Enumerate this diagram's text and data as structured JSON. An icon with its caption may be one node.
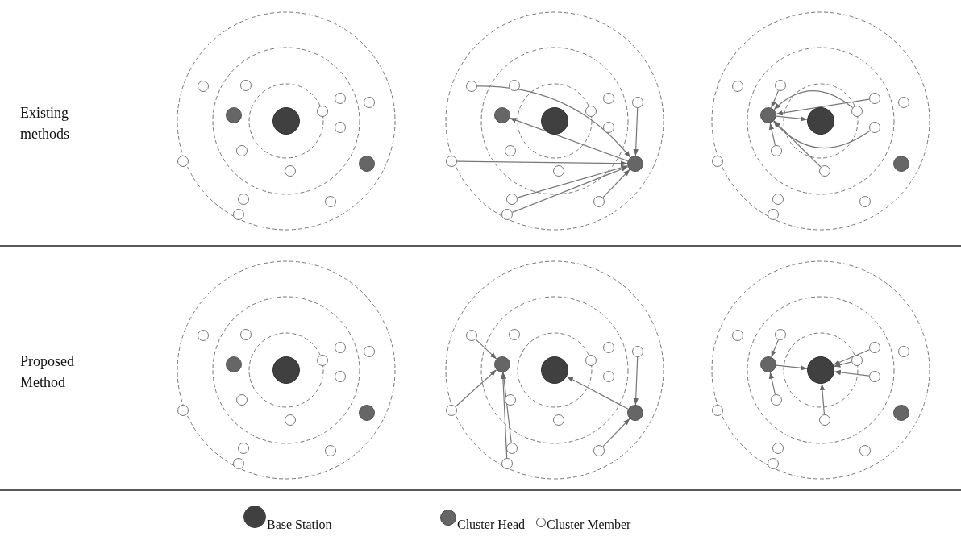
{
  "diagram": {
    "nodes": [
      {
        "text": [],
        "shape": "circle"
      },
      {
        "text": [],
        "shape": "circle"
      },
      {
        "text": [],
        "shape": "circle"
      },
      {
        "text": [],
        "shape": "circle"
      },
      {
        "text": [],
        "shape": "circle"
      },
      {
        "text": [],
        "shape": "circle"
      },
      {
        "text": [],
        "shape": "circle"
      },
      {
        "text": [],
        "shape": "circle"
      },
      {
        "text": [],
        "shape": "circle"
      },
      {
        "text": [],
        "shape": "circle"
      },
      {
        "text": [],
        "shape": "circle"
      },
      {
        "text": [],
        "shape": "circle"
      },
      {
        "text": [],
        "shape": "circle"
      },
      {
        "text": [],
        "shape": "circle"
      },
      {
        "text": [],
        "shape": "circle"
      },
      {
        "text": [],
        "shape": "circle"
      },
      {
        "text": [],
        "shape": "circle"
      },
      {
        "text": [],
        "shape": "circle"
      },
      {
        "text": [],
        "shape": "circle"
      },
      {
        "text": [],
        "shape": "circle"
      },
      {
        "text": [],
        "shape": "circle"
      },
      {
        "text": [],
        "shape": "circle"
      },
      {
        "text": [],
        "shape": "circle"
      },
      {
        "text": [],
        "shape": "circle"
      },
      {
        "text": [],
        "shape": "circle"
      },
      {
        "text": [],
        "shape": "circle"
      },
      {
        "text": [],
        "shape": "circle"
      },
      {
        "text": [],
        "shape": "circle"
      },
      {
        "text": [],
        "shape": "circle"
      },
      {
        "text": [],
        "shape": "circle"
      },
      {
        "text": [],
        "shape": "circle"
      },
      {
        "text": [],
        "shape": "circle"
      },
      {
        "text": [],
        "shape": "circle"
      },
      {
        "text": [],
        "shape": "circle"
      },
      {
        "text": [],
        "shape": "circle"
      },
      {
        "text": [],
        "shape": "circle"
      },
      {
        "text": [],
        "shape": "circle"
      },
      {
        "text": [],
        "shape": "circle"
      },
      {
        "text": [],
        "shape": "circle"
      },
      {
        "text": [],
        "shape": "circle"
      },
      {
        "text": [],
        "shape": "circle"
      },
      {
        "text": [],
        "shape": "circle"
      },
      {
        "text": [],
        "shape": "circle"
      },
      {
        "text": [],
        "shape": "circle"
      },
      {
        "text": [],
        "shape": "circle"
      },
      {
        "text": [],
        "shape": "circle"
      },
      {
        "text": [],
        "shape": "circle"
      },
      {
        "text": [],
        "shape": "circle"
      },
      {
        "text": [],
        "shape": "circle"
      },
      {
        "text": [],
        "shape": "circle"
      },
      {
        "text": [],
        "shape": "circle"
      },
      {
        "text": [],
        "shape": "circle"
      },
      {
        "text": [],
        "shape": "circle"
      },
      {
        "text": [],
        "shape": "circle"
      },
      {
        "text": [],
        "shape": "circle"
      },
      {
        "text": [],
        "shape": "circle"
      },
      {
        "text": [],
        "shape": "circle"
      },
      {
        "text": [],
        "shape": "circle"
      },
      {
        "text": [],
        "shape": "circle"
      },
      {
        "text": [],
        "shape": "circle"
      },
      {
        "text": [],
        "shape": "circle"
      },
      {
        "text": [],
        "shape": "circle"
      },
      {
        "text": [],
        "shape": "circle"
      },
      {
        "text": [],
        "shape": "circle"
      },
      {
        "text": [],
        "shape": "circle"
      },
      {
        "text": [],
        "shape": "circle"
      },
      {
        "text": [],
        "shape": "circle"
      },
      {
        "text": [],
        "shape": "circle"
      },
      {
        "text": [],
        "shape": "circle"
      },
      {
        "text": [],
        "shape": "circle"
      },
      {
        "text": [],
        "shape": "circle"
      },
      {
        "text": [],
        "shape": "circle"
      },
      {
        "text": [],
        "shape": "circle"
      },
      {
        "text": [],
        "shape": "circle"
      },
      {
        "text": [],
        "shape": "circle"
      },
      {
        "text": [],
        "shape": "circle"
      },
      {
        "text": [],
        "shape": "circle"
      },
      {
        "text": [],
        "shape": "circle"
      },
      {
        "text": [],
        "shape": "circle"
      },
      {
        "text": [],
        "shape": "circle"
      },
      {
        "text": [],
        "shape": "circle"
      },
      {
        "text": [],
        "shape": "circle"
      },
      {
        "text": [],
        "shape": "circle"
      },
      {
        "text": [],
        "shape": "circle"
      },
      {
        "text": [],
        "shape": "circle"
      },
      {
        "text": [],
        "shape": "circle"
      },
      {
        "text": [],
        "shape": "circle"
      },
      {
        "text": [],
        "shape": "circle"
      },
      {
        "text": [],
        "shape": "circle"
      },
      {
        "text": [],
        "shape": "circle"
      }
    ],
    "edges": [
      {
        "from": 15,
        "to": 25,
        "arrow": "to"
      },
      {
        "from": 25,
        "to": 20,
        "arrow": "to"
      },
      {
        "from": 18,
        "to": 25,
        "arrow": "to"
      },
      {
        "from": 24,
        "to": 25,
        "arrow": "to"
      },
      {
        "from": 27,
        "to": 25,
        "arrow": "to"
      },
      {
        "from": 29,
        "to": 25,
        "arrow": "to"
      },
      {
        "from": 28,
        "to": 25,
        "arrow": "to"
      },
      {
        "from": 31,
        "to": 35,
        "arrow": "to"
      },
      {
        "from": 32,
        "to": 35,
        "arrow": "to"
      },
      {
        "from": 34,
        "to": 35,
        "arrow": "to"
      },
      {
        "from": 37,
        "to": 35,
        "arrow": "to"
      },
      {
        "from": 35,
        "to": 36,
        "arrow": "to"
      },
      {
        "from": 38,
        "to": 35,
        "arrow": "to"
      },
      {
        "from": 41,
        "to": 35,
        "arrow": "to"
      },
      {
        "from": 60,
        "to": 65,
        "arrow": "to"
      },
      {
        "from": 69,
        "to": 65,
        "arrow": "to"
      },
      {
        "from": 72,
        "to": 65,
        "arrow": "to"
      },
      {
        "from": 74,
        "to": 65,
        "arrow": "to"
      },
      {
        "from": 63,
        "to": 70,
        "arrow": "to"
      },
      {
        "from": 73,
        "to": 70,
        "arrow": "to"
      },
      {
        "from": 70,
        "to": 66,
        "arrow": "to"
      },
      {
        "from": 76,
        "to": 80,
        "arrow": "to"
      },
      {
        "from": 83,
        "to": 80,
        "arrow": "to"
      },
      {
        "from": 80,
        "to": 81,
        "arrow": "to"
      },
      {
        "from": 77,
        "to": 81,
        "arrow": "to"
      },
      {
        "from": 79,
        "to": 81,
        "arrow": "to"
      },
      {
        "from": 82,
        "to": 81,
        "arrow": "to"
      },
      {
        "from": 86,
        "to": 81,
        "arrow": "to"
      }
    ],
    "labels": [
      "Existing methods",
      "Proposed Method"
    ],
    "legend": [
      {
        "text": "Base Station",
        "color": "#404040"
      },
      {
        "text": "Cluster Head",
        "color": "#666666"
      },
      {
        "text": "Cluster Member",
        "color": "#ffffff"
      }
    ]
  }
}
